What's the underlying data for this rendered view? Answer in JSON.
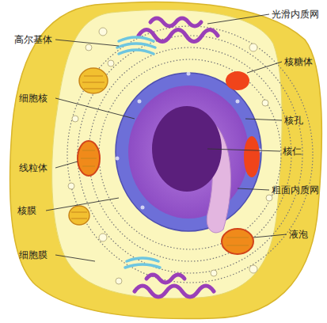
{
  "diagram": {
    "labels": [
      "光滑内质网",
      "高尔基体",
      "核糖体",
      "细胞核",
      "核孔",
      "核仁",
      "线粒体",
      "粗面内质网",
      "核膜",
      "液泡",
      "细胞膜"
    ]
  }
}
